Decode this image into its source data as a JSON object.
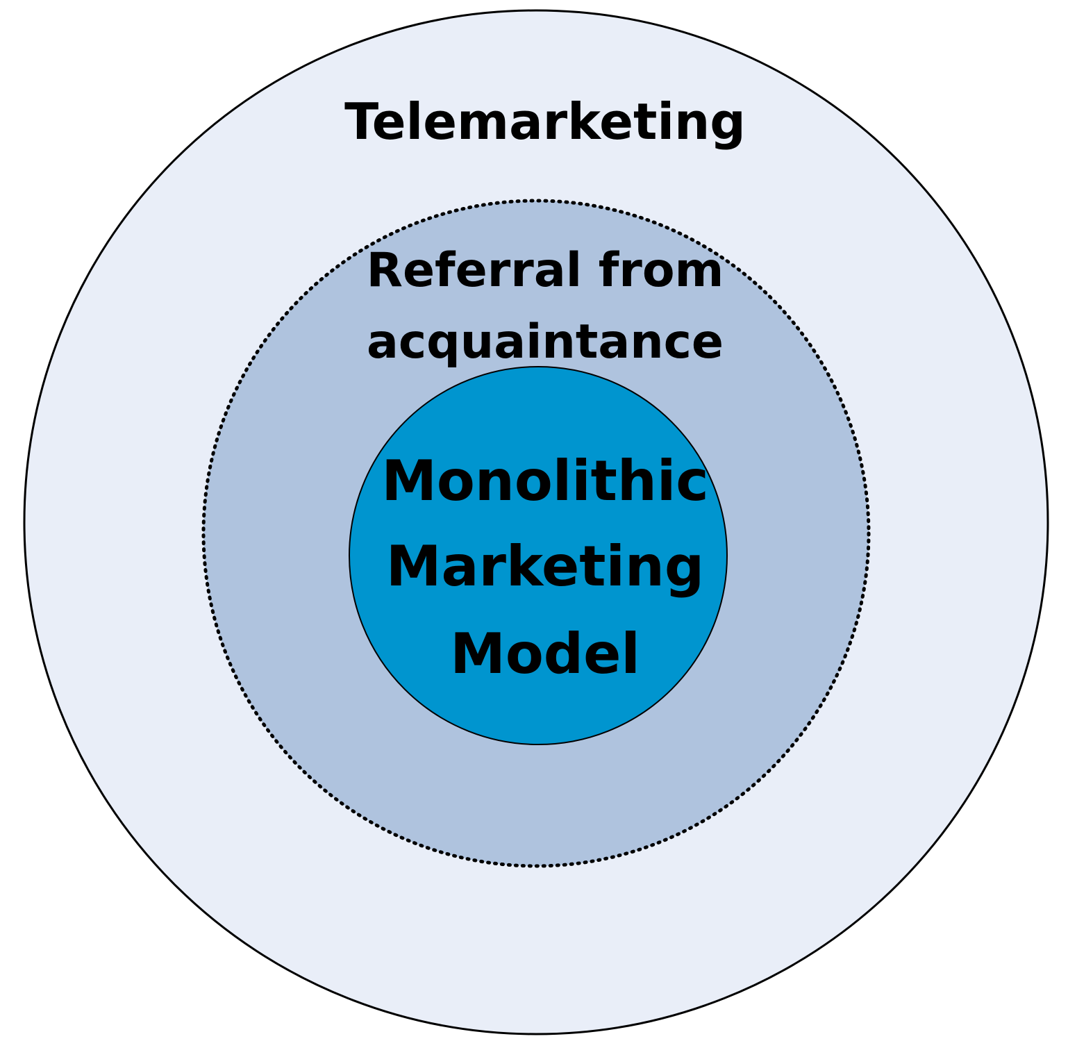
{
  "diagram": {
    "type": "nested-circles",
    "colors": {
      "outer_fill": "#E9EEF8",
      "middle_fill": "#AFC3DE",
      "inner_fill": "#0095CF",
      "stroke": "#000000"
    },
    "outer": {
      "label": "Telemarketing",
      "border": "solid"
    },
    "middle": {
      "label_lines": [
        "Referral from",
        "acquaintance"
      ],
      "border": "dotted"
    },
    "inner": {
      "label_lines": [
        "Monolithic",
        "Marketing",
        "Model"
      ],
      "border": "solid"
    }
  }
}
